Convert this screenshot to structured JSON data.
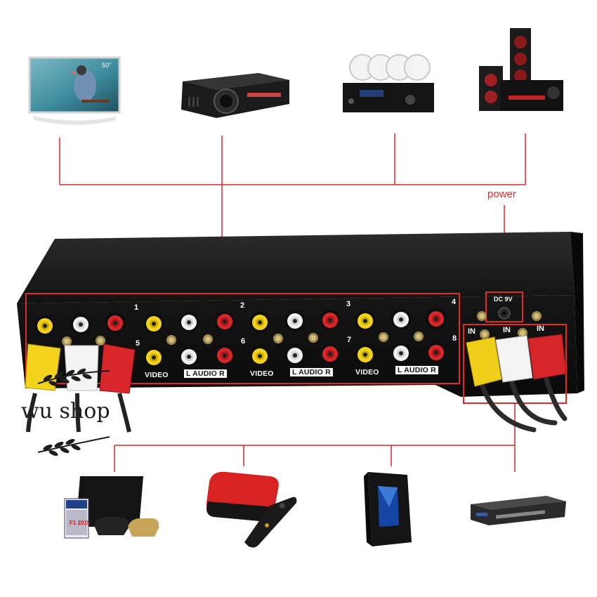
{
  "power_label": "power",
  "dc_label": "DC 9V",
  "tv_size_label": "50\"",
  "shop_name": "wu shop",
  "port_group_numbers": [
    "1",
    "2",
    "3",
    "4",
    "5",
    "6",
    "7",
    "8"
  ],
  "port_labels": {
    "video": "VIDEO",
    "audio": "L AUDIO R"
  },
  "input_label": "IN",
  "game_label": "F1 2015",
  "colors": {
    "wire_red": "#d9292c",
    "jack_yellow": "#f2d21b",
    "jack_white": "#f1f1f1",
    "jack_red": "#d8262a",
    "device_body": "#141414"
  },
  "output_devices": [
    "tv-icon",
    "projector-icon",
    "amplifier-speakers-icon",
    "home-theater-icon"
  ],
  "input_devices": [
    "game-console-icon",
    "set-top-box-icon",
    "pc-tower-icon",
    "dvd-player-icon"
  ]
}
